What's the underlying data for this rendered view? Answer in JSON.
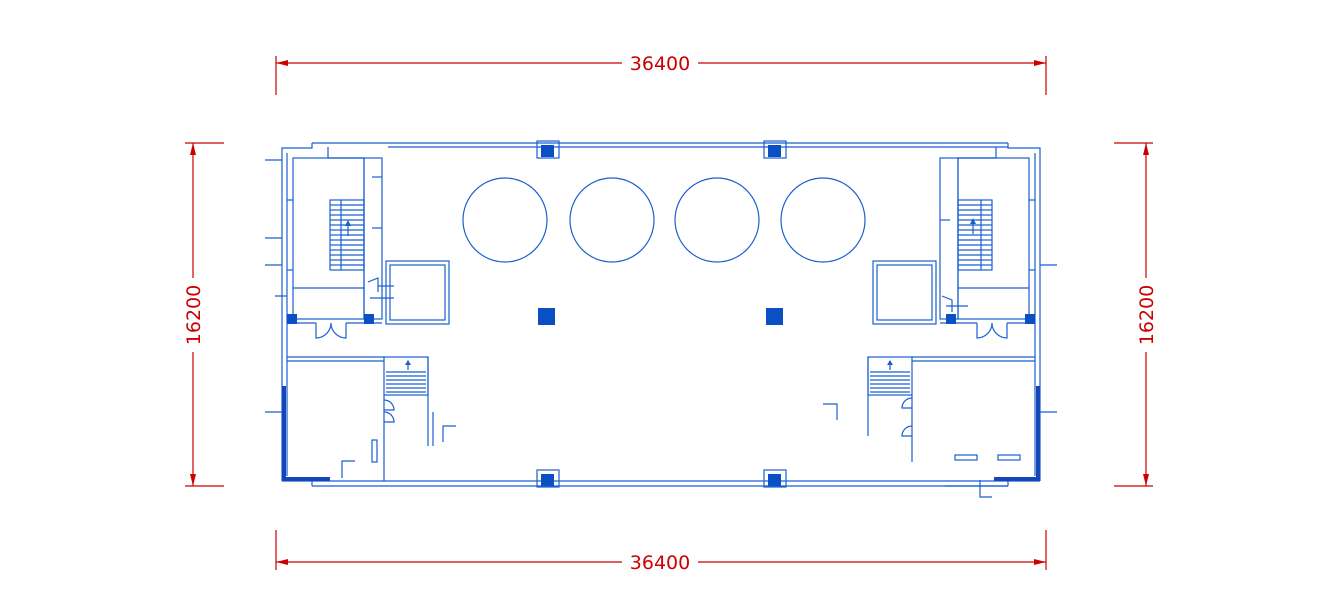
{
  "drawing": {
    "line_color": "#1a5fd0",
    "column_color": "#0b4fc4",
    "dimension_color": "#cc0000",
    "dimensions": {
      "top": "36400",
      "bottom": "36400",
      "left": "16200",
      "right": "16200"
    }
  }
}
